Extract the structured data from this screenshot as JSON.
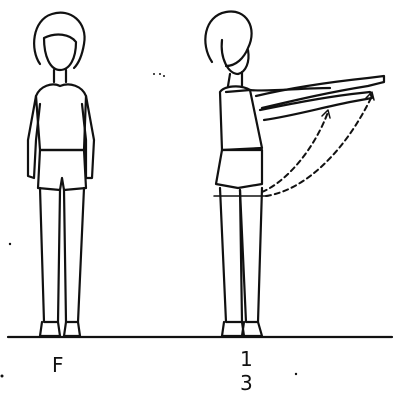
{
  "labels": {
    "left_figure": "F",
    "right_top": "1",
    "right_bottom": "3"
  }
}
